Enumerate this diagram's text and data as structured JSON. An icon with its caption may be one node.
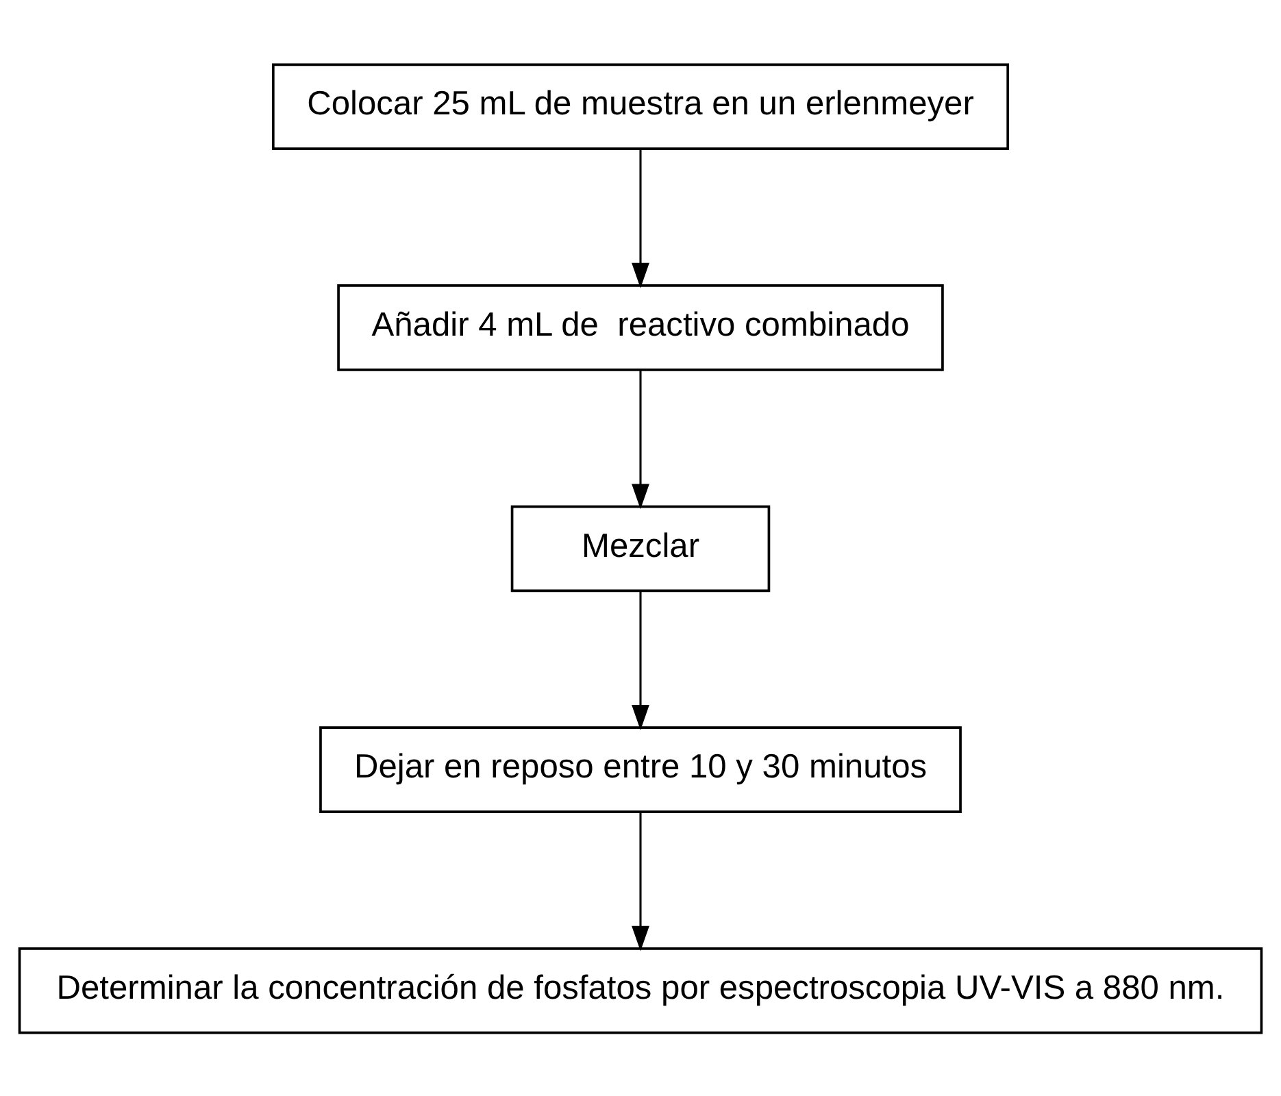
{
  "diagram": {
    "nodes": [
      {
        "text": [
          "Colocar 25 mL de muestra en un erlenmeyer"
        ]
      },
      {
        "text": [
          "Añadir 4 mL de  reactivo combinado"
        ]
      },
      {
        "text": [
          "Mezclar"
        ]
      },
      {
        "text": [
          "Dejar en reposo entre 10 y 30 minutos"
        ]
      },
      {
        "text": [
          "Determinar la concentración de fosfatos por espectroscopia UV-VIS a 880 nm."
        ]
      }
    ],
    "edges": [
      {
        "from": 0,
        "to": 1,
        "arrow": "to"
      },
      {
        "from": 1,
        "to": 2,
        "arrow": "to"
      },
      {
        "from": 2,
        "to": 3,
        "arrow": "to"
      },
      {
        "from": 3,
        "to": 4,
        "arrow": "to"
      }
    ]
  }
}
